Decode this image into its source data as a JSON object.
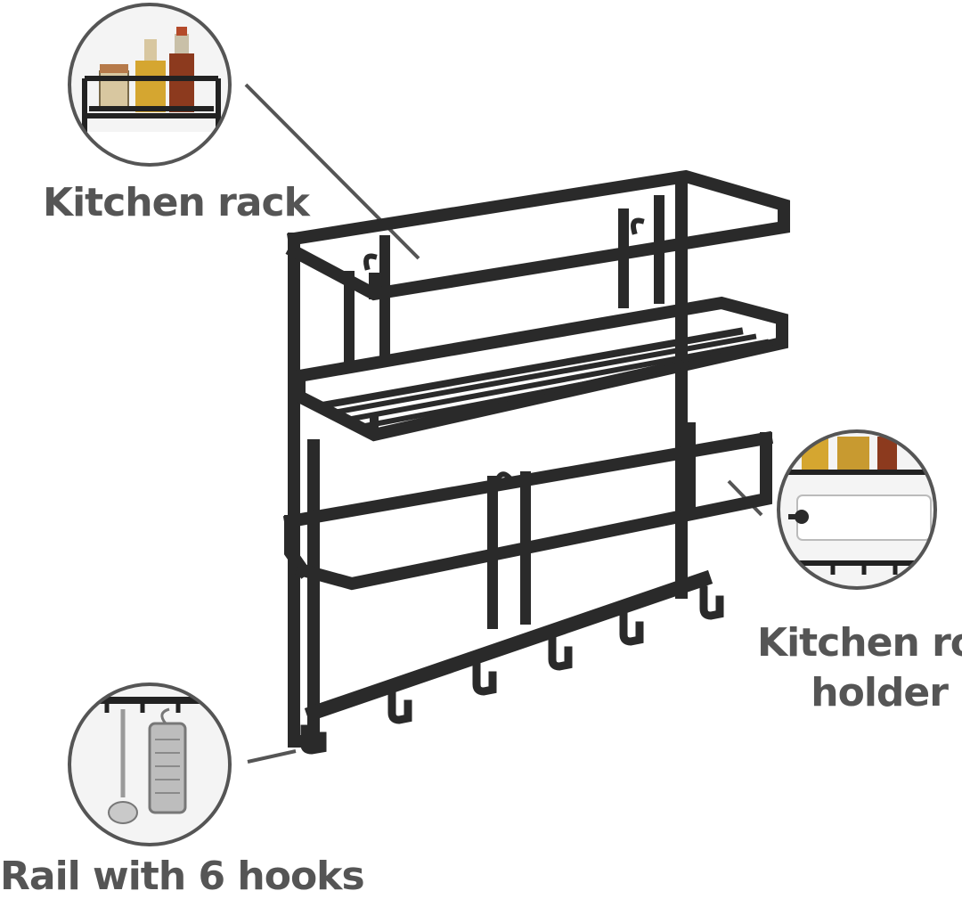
{
  "labels": {
    "kitchen_rack": "Kitchen rack",
    "kitchen_roll_line1": "Kitchen roll",
    "kitchen_roll_line2": "holder",
    "rail_hooks": "Rail with 6 hooks"
  },
  "colors": {
    "metal": "#2a2a2a",
    "label_text": "#555555",
    "circle_outline": "#555555",
    "leader_line": "#555555"
  },
  "icons": {
    "inset_rack": "spice-shelf-photo",
    "inset_roll": "paper-towel-holder-photo",
    "inset_rail": "utensil-hooks-photo"
  }
}
